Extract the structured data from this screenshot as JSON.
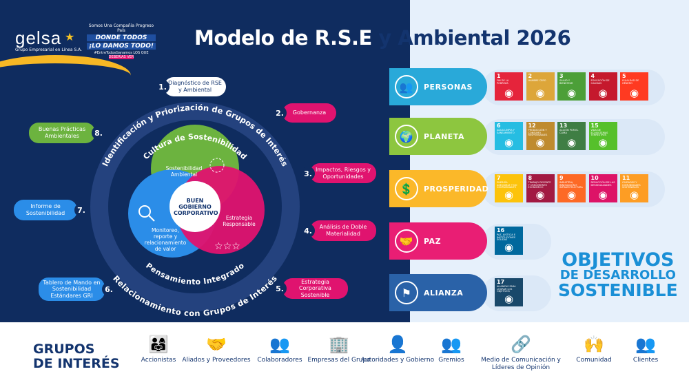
{
  "title": {
    "part1": "Modelo de R.S.E",
    "part2": "y Ambiental 2026"
  },
  "logo": {
    "name": "gelsa",
    "subtitle": "Grupo Empresarial en Línea S.A."
  },
  "slogan": {
    "top": "Somos Una Compañía Progreso País",
    "main1": "DONDE TODOS",
    "main2": "¡LO DAMOS TODO!",
    "tag": "#EntreTodosGanamos",
    "badge1": "LOS QUE",
    "badge2": "DEBERÍAS VER"
  },
  "diagram": {
    "outer_top": "Identificación y Priorización de Grupos de Interés",
    "outer_bottom": "Relacionamiento con Grupos de Interés",
    "inner_top": "Cultura de Sostenibilidad",
    "inner_bottom": "Pensamiento Integrado",
    "green": "Sostenibilidad Ambiental",
    "pink": "Estrategia Responsable",
    "blue": "Monitoreo, reporte y relacionamiento de valor",
    "center": "BUEN GOBIERNO CORPORATIVO"
  },
  "callouts": [
    {
      "num": "1.",
      "label": "Diagnóstico de RSE y Ambiental"
    },
    {
      "num": "2.",
      "label": "Gobernanza"
    },
    {
      "num": "3.",
      "label": "Impactos, Riesgos y Oportunidades"
    },
    {
      "num": "4.",
      "label": "Análisis de Doble Materialidad"
    },
    {
      "num": "5.",
      "label": "Estrategia Corporativa Sostenible"
    },
    {
      "num": "6.",
      "label": "Tablero de Mando en Sostenibilidad Estándares GRI"
    },
    {
      "num": "7.",
      "label": "Informe de Sostenibilidad"
    },
    {
      "num": "8.",
      "label": "Buenas Prácticas Ambientales"
    }
  ],
  "pillars": [
    {
      "label": "PERSONAS",
      "color": "#29a9d9",
      "sdgs": [
        {
          "n": "1",
          "t": "FIN DE LA POBREZA",
          "c": "#e5243b"
        },
        {
          "n": "2",
          "t": "HAMBRE CERO",
          "c": "#dda63a"
        },
        {
          "n": "3",
          "t": "SALUD Y BIENESTAR",
          "c": "#4c9f38"
        },
        {
          "n": "4",
          "t": "EDUCACIÓN DE CALIDAD",
          "c": "#c5192d"
        },
        {
          "n": "5",
          "t": "IGUALDAD DE GÉNERO",
          "c": "#ff3a21"
        }
      ]
    },
    {
      "label": "PLANETA",
      "color": "#8dc63f",
      "sdgs": [
        {
          "n": "6",
          "t": "AGUA LIMPIA Y SANEAMIENTO",
          "c": "#26bde2"
        },
        {
          "n": "12",
          "t": "PRODUCCIÓN Y CONSUMO RESPONSABLES",
          "c": "#bf8b2e"
        },
        {
          "n": "13",
          "t": "ACCIÓN POR EL CLIMA",
          "c": "#3f7e44"
        },
        {
          "n": "15",
          "t": "VIDA DE ECOSISTEMAS TERRESTRES",
          "c": "#56c02b"
        }
      ]
    },
    {
      "label": "PROSPERIDAD",
      "color": "#fbb829",
      "sdgs": [
        {
          "n": "7",
          "t": "ENERGÍA ASEQUIBLE Y NO CONTAMINANTE",
          "c": "#fcc30b"
        },
        {
          "n": "8",
          "t": "TRABAJO DECENTE Y CRECIMIENTO ECONÓMICO",
          "c": "#a21942"
        },
        {
          "n": "9",
          "t": "INDUSTRIA, INNOVACIÓN E INFRAESTRUCTURA",
          "c": "#fd6925"
        },
        {
          "n": "10",
          "t": "REDUCCIÓN DE LAS DESIGUALDADES",
          "c": "#dd1367"
        },
        {
          "n": "11",
          "t": "CIUDADES Y COMUNIDADES SOSTENIBLES",
          "c": "#fd9d24"
        }
      ]
    },
    {
      "label": "PAZ",
      "color": "#e91e74",
      "sdgs": [
        {
          "n": "16",
          "t": "PAZ, JUSTICIA E INSTITUCIONES SÓLIDAS",
          "c": "#00689d"
        }
      ]
    },
    {
      "label": "ALIANZA",
      "color": "#2a62a8",
      "sdgs": [
        {
          "n": "17",
          "t": "ALIANZAS PARA LOGRAR LOS OBJETIVOS",
          "c": "#19486a"
        }
      ]
    }
  ],
  "ods": {
    "l1": "OBJETIVOS",
    "l2": "DE DESARROLLO",
    "l3": "SOSTENIBLE"
  },
  "groups": {
    "title1": "GRUPOS",
    "title2": "DE INTERÉS",
    "items": [
      "Accionistas",
      "Aliados y Proveedores",
      "Colaboradores",
      "Empresas del Grupo",
      "Autoridades y Gobierno",
      "Gremios",
      "Medio de Comunicación y Líderes de Opinión",
      "Comunidad",
      "Clientes"
    ]
  }
}
